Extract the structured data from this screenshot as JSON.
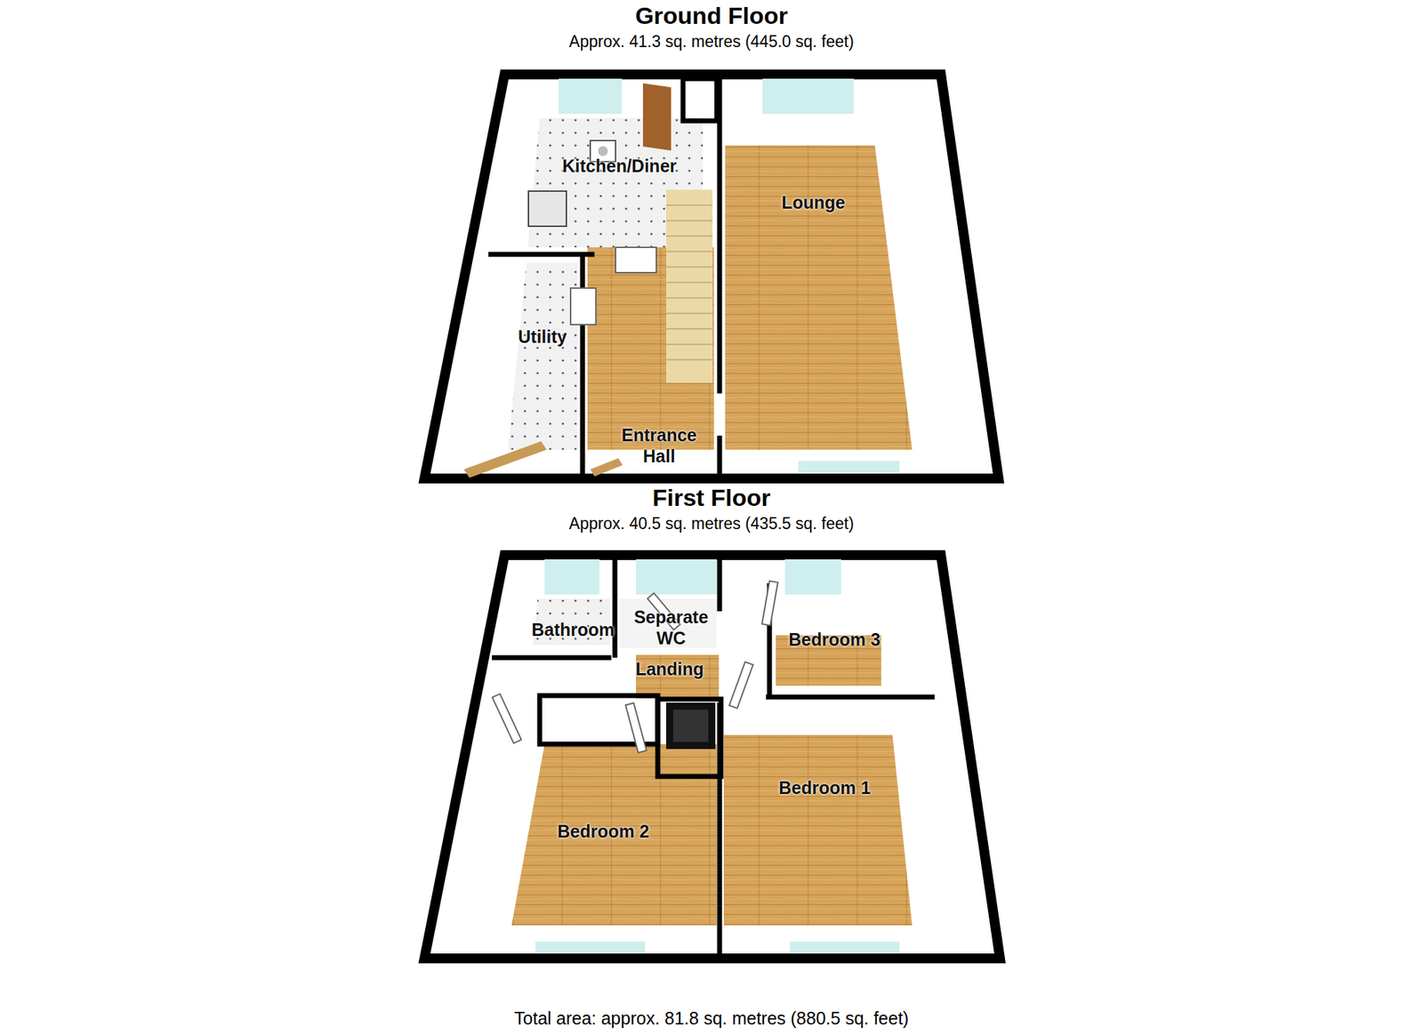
{
  "diagram": {
    "caption": "Total area: approx. 81.8 sq. metres (880.5 sq. feet)",
    "nodes": [
      {
        "text": [
          "Ground Floor",
          "Approx. 41.3 sq. metres (445.0 sq. feet)"
        ]
      },
      {
        "text": [
          "Kitchen/Diner"
        ],
        "in": 0
      },
      {
        "text": [
          "Lounge"
        ],
        "in": 0
      },
      {
        "text": [
          "Utility"
        ],
        "in": 0
      },
      {
        "text": [
          "Entrance Hall"
        ],
        "in": 0
      },
      {
        "text": [
          "First Floor",
          "Approx. 40.5 sq. metres (435.5 sq. feet)"
        ]
      },
      {
        "text": [
          "Bathroom"
        ],
        "in": 5
      },
      {
        "text": [
          "Separate WC"
        ],
        "in": 5
      },
      {
        "text": [
          "Landing"
        ],
        "in": 5
      },
      {
        "text": [
          "Bedroom 3"
        ],
        "in": 5
      },
      {
        "text": [
          "Bedroom 2"
        ],
        "in": 5
      },
      {
        "text": [
          "Bedroom 1"
        ],
        "in": 5
      }
    ]
  }
}
